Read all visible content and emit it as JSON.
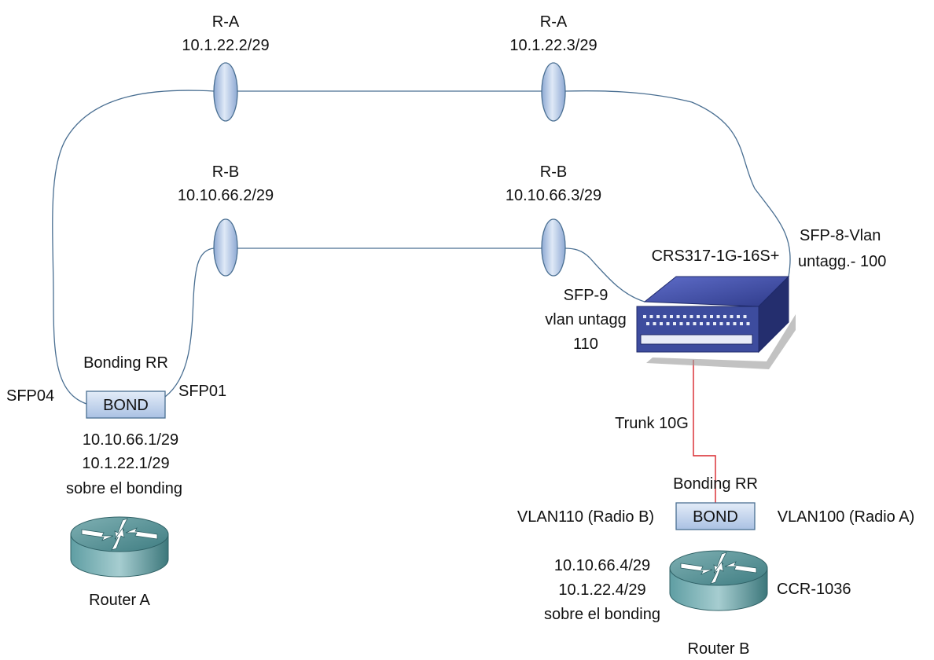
{
  "radios": {
    "ra_left": {
      "name": "R-A",
      "ip": "10.1.22.2/29"
    },
    "ra_right": {
      "name": "R-A",
      "ip": "10.1.22.3/29"
    },
    "rb_left": {
      "name": "R-B",
      "ip": "10.10.66.2/29"
    },
    "rb_right": {
      "name": "R-B",
      "ip": "10.10.66.3/29"
    }
  },
  "switch": {
    "model": "CRS317-1G-16S+",
    "port_right_line1": "SFP-8-Vlan",
    "port_right_line2": "untagg.- 100",
    "port_left_line1": "SFP-9",
    "port_left_line2": "vlan untagg",
    "port_left_line3": "110",
    "trunk": "Trunk 10G"
  },
  "router_a": {
    "label": "Router A",
    "bonding_title": "Bonding RR",
    "bond_label": "BOND",
    "port_left": "SFP04",
    "port_right": "SFP01",
    "ip1": "10.10.66.1/29",
    "ip2": "10.1.22.1/29",
    "ip_note": "sobre el bonding"
  },
  "router_b": {
    "label": "Router B",
    "model": "CCR-1036",
    "bonding_title": "Bonding RR",
    "bond_label": "BOND",
    "vlan_left": "VLAN110 (Radio B)",
    "vlan_right": "VLAN100 (Radio A)",
    "ip1": "10.10.66.4/29",
    "ip2": "10.1.22.4/29",
    "ip_note": "sobre el bonding"
  },
  "colors": {
    "link": "#4a6f92",
    "trunk": "#d9262c",
    "radio_fill": "#b8cbe6",
    "bond_fill": "#c5d6ee",
    "switch_body": "#3c4a9c"
  }
}
